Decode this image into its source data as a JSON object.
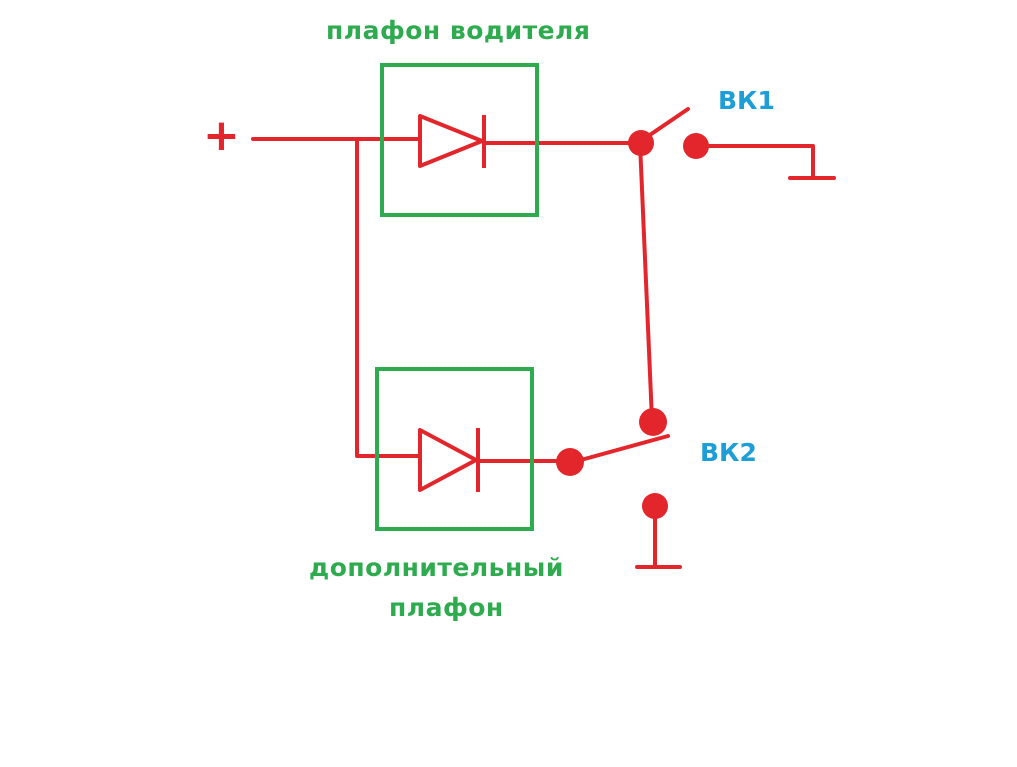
{
  "labels": {
    "driver_lamp": "плафон водителя",
    "extra_lamp_line1": "дополнительный",
    "extra_lamp_line2": "плафон",
    "switch1": "ВК1",
    "switch2": "ВК2",
    "plus": "+"
  },
  "colors": {
    "wire": "#e3262b",
    "box": "#2eab4e",
    "switch_label": "#1e9ed6"
  }
}
